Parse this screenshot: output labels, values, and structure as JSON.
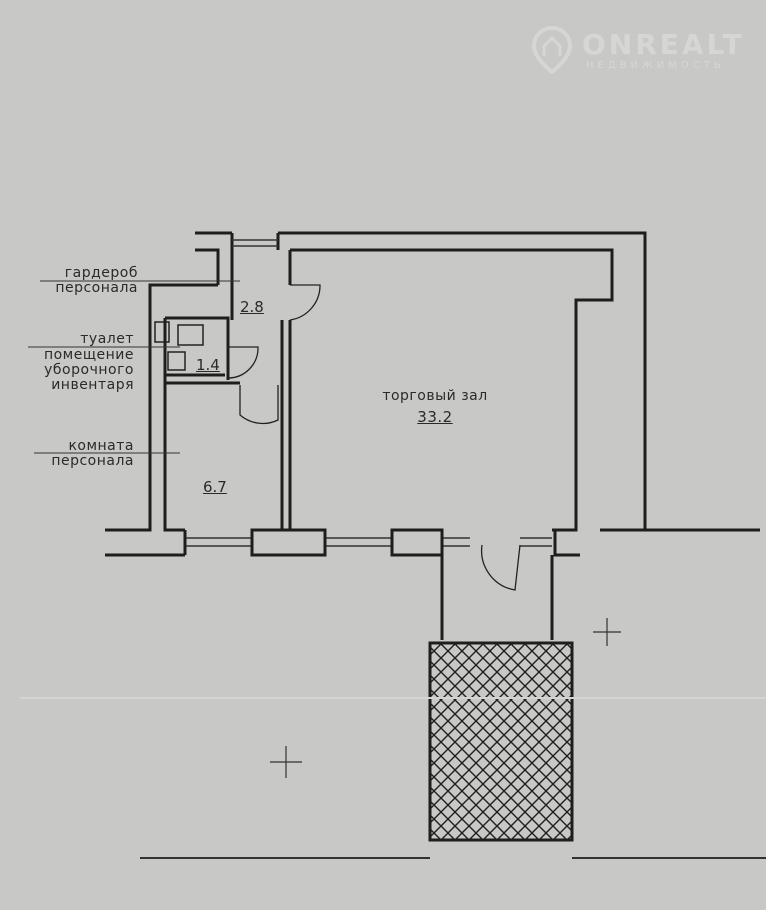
{
  "logo": {
    "name": "ONREALT",
    "subtitle": "НЕДВИЖИМОСТЬ"
  },
  "rooms": [
    {
      "label_lines": [
        "гардероб",
        "персонала"
      ],
      "area": "2.8"
    },
    {
      "label_lines": [
        "туалет"
      ],
      "area": "1.4"
    },
    {
      "label_lines": [
        "помещение",
        "уборочного",
        "инвентаря"
      ]
    },
    {
      "label_lines": [
        "комната",
        "персонала"
      ],
      "area": "6.7"
    },
    {
      "label_lines": [
        "торговый зал"
      ],
      "area": "33.2"
    }
  ]
}
